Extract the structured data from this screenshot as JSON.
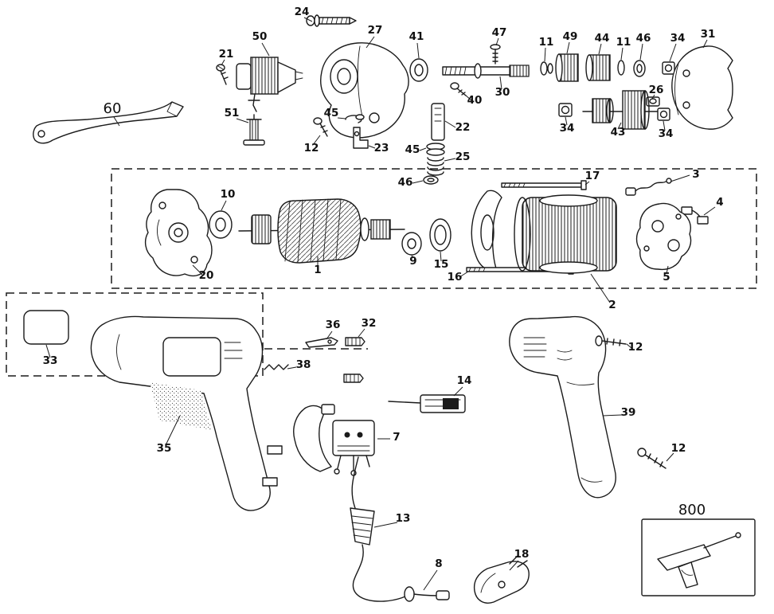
{
  "diagram": {
    "kind": "exploded-parts-diagram",
    "subject": "electric-drill",
    "ink_color": "#1b1b1b",
    "background_color": "#ffffff"
  },
  "callouts": [
    {
      "label": "24"
    },
    {
      "label": "50"
    },
    {
      "label": "27"
    },
    {
      "label": "41"
    },
    {
      "label": "47"
    },
    {
      "label": "11"
    },
    {
      "label": "49"
    },
    {
      "label": "44"
    },
    {
      "label": "11"
    },
    {
      "label": "46"
    },
    {
      "label": "34"
    },
    {
      "label": "31"
    },
    {
      "label": "21"
    },
    {
      "label": "40"
    },
    {
      "label": "30"
    },
    {
      "label": "26"
    },
    {
      "label": "34"
    },
    {
      "label": "43"
    },
    {
      "label": "34"
    },
    {
      "label": "60"
    },
    {
      "label": "51"
    },
    {
      "label": "45"
    },
    {
      "label": "12"
    },
    {
      "label": "23"
    },
    {
      "label": "22"
    },
    {
      "label": "45"
    },
    {
      "label": "25"
    },
    {
      "label": "46"
    },
    {
      "label": "17"
    },
    {
      "label": "3"
    },
    {
      "label": "4"
    },
    {
      "label": "10"
    },
    {
      "label": "20"
    },
    {
      "label": "1"
    },
    {
      "label": "9"
    },
    {
      "label": "15"
    },
    {
      "label": "16"
    },
    {
      "label": "2"
    },
    {
      "label": "5"
    },
    {
      "label": "33"
    },
    {
      "label": "36"
    },
    {
      "label": "32"
    },
    {
      "label": "38"
    },
    {
      "label": "12"
    },
    {
      "label": "14"
    },
    {
      "label": "7"
    },
    {
      "label": "35"
    },
    {
      "label": "39"
    },
    {
      "label": "12"
    },
    {
      "label": "13"
    },
    {
      "label": "8"
    },
    {
      "label": "18"
    },
    {
      "label": "800"
    }
  ]
}
